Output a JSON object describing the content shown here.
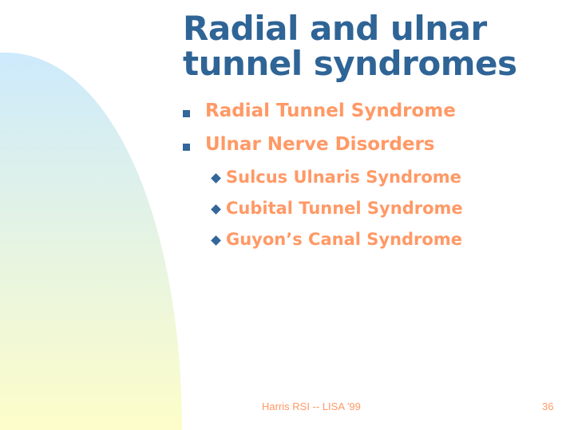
{
  "slide": {
    "title_line1": "Radial and ulnar",
    "title_line2": "tunnel syndromes",
    "bullets": [
      {
        "label": "Radial Tunnel Syndrome"
      },
      {
        "label": "Ulnar Nerve Disorders"
      }
    ],
    "sub_bullets": [
      {
        "label": "Sulcus Ulnaris Syndrome"
      },
      {
        "label": "Cubital Tunnel Syndrome"
      },
      {
        "label": "Guyon’s Canal Syndrome"
      }
    ],
    "footer": "Harris RSI -- LISA '99",
    "page_number": "36"
  },
  "colors": {
    "title": "#2f6496",
    "text": "#ff9966",
    "bullet": "#336699",
    "gradient_top": "#cdeafc",
    "gradient_bottom": "#fdfdc9"
  }
}
